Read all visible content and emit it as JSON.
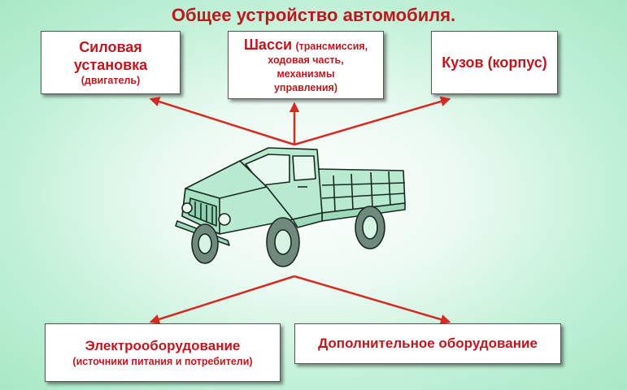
{
  "title": "Общее устройство автомобиля.",
  "boxes": {
    "power": {
      "line1": "Силовая",
      "line2": "установка",
      "sub": "(двигатель)"
    },
    "chassis": {
      "main": "Шасси",
      "sub_inline": "(трансмиссия,",
      "sub2": "ходовая часть,",
      "sub3": "механизмы",
      "sub4": "управления)"
    },
    "body": {
      "main": "Кузов",
      "sub_inline": "(корпус)"
    },
    "electrical": {
      "main": "Электрооборудование",
      "sub": "(источники питания и потребители)"
    },
    "additional": {
      "main": "Дополнительное оборудование"
    }
  },
  "colors": {
    "accent": "#c0171e",
    "arrow": "#d62a22",
    "background": "#bff0d6"
  },
  "illustration": "truck-drawing"
}
